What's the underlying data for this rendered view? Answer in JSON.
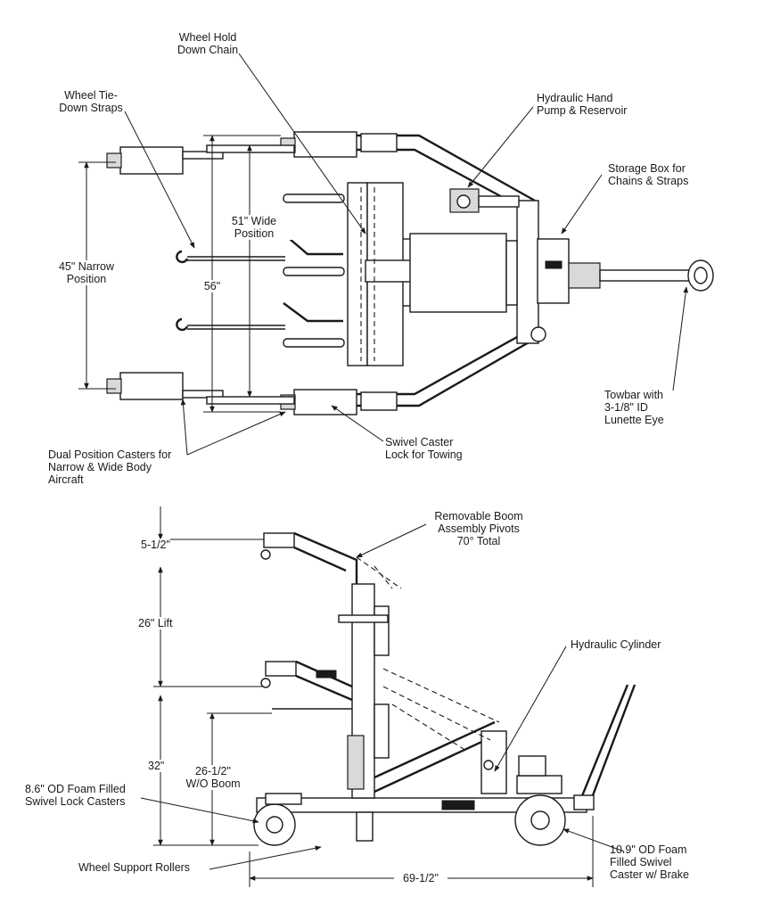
{
  "top_view": {
    "labels": {
      "wheel_hold_down_chain": "Wheel Hold\nDown Chain",
      "wheel_tie_down_straps": "Wheel Tie-\nDown Straps",
      "hydraulic_hand_pump": "Hydraulic Hand\nPump & Reservoir",
      "storage_box": "Storage Box for\nChains & Straps",
      "wide_position": "51\" Wide\nPosition",
      "narrow_position": "45\" Narrow\nPosition",
      "overall_width": "56\"",
      "towbar": "Towbar with\n3-1/8\" ID\nLunette Eye",
      "dual_position_casters": "Dual Position Casters for\nNarrow & Wide Body\nAircraft",
      "swivel_caster_lock": "Swivel Caster\nLock for Towing"
    }
  },
  "side_view": {
    "labels": {
      "removable_boom": "Removable Boom\nAssembly Pivots\n70° Total",
      "boom_offset": "5-1/2\"",
      "lift": "26\" Lift",
      "hydraulic_cylinder": "Hydraulic Cylinder",
      "height_total": "32\"",
      "height_without_boom": "26-1/2\"\nW/O Boom",
      "front_casters": "8.6\" OD Foam Filled\nSwivel Lock Casters",
      "wheel_support_rollers": "Wheel Support Rollers",
      "overall_length": "69-1/2\"",
      "rear_caster": "10.9\" OD Foam\nFilled Swivel\nCaster w/ Brake"
    }
  }
}
